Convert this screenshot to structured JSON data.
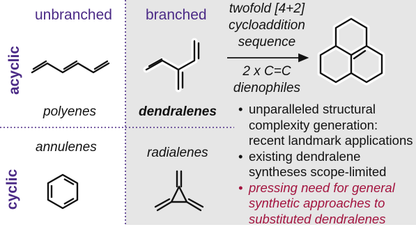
{
  "headers": {
    "unbranched": "unbranched",
    "branched": "branched"
  },
  "side_labels": {
    "acyclic": "acyclic",
    "cyclic": "cyclic"
  },
  "compound_labels": {
    "polyenes": "polyenes",
    "dendralenes": "dendralenes",
    "annulenes": "annulenes",
    "radialenes": "radialenes"
  },
  "reaction": {
    "above_lines": [
      "twofold [4+2]",
      "cycloaddition",
      "sequence"
    ],
    "below_lines": [
      "2 x C=C",
      "dienophiles"
    ]
  },
  "bullets": [
    {
      "text": "unparalleled structural complexity generation: recent landmark applications",
      "lines": [
        "unparalleled structural",
        "complexity generation:",
        "recent landmark applications"
      ],
      "highlight": false
    },
    {
      "text": "existing dendralene syntheses scope-limited",
      "lines": [
        "existing dendralene",
        "syntheses scope-limited"
      ],
      "highlight": false
    },
    {
      "text": "pressing need for general synthetic approaches to substituted dendralenes",
      "lines": [
        "pressing need for general",
        "synthetic approaches to",
        "substituted dendralenes"
      ],
      "highlight": true
    }
  ],
  "colors": {
    "accent": "#4b2a86",
    "highlight": "#a3143f",
    "panel": "#e6e6e6",
    "divider": "#4b2a86"
  }
}
